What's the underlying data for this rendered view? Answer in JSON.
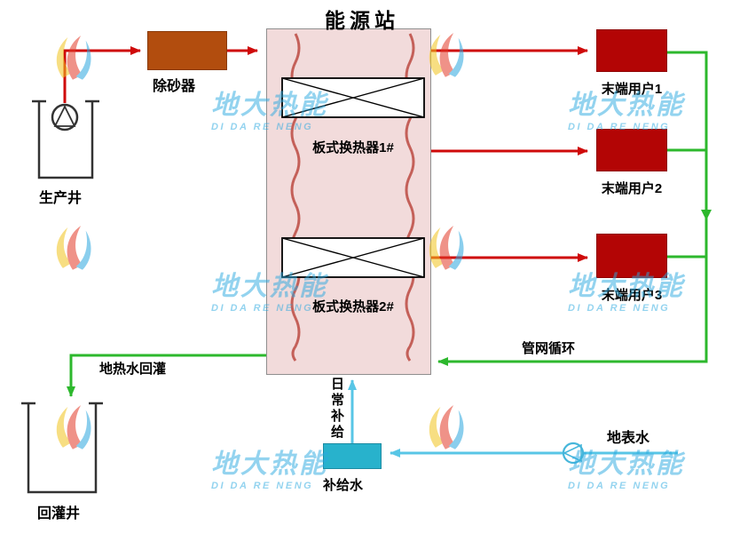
{
  "title": "能源站",
  "station": {
    "heat_exchanger_1": "板式换热器1#",
    "heat_exchanger_2": "板式换热器2#"
  },
  "supply_side": {
    "sand_remover": "除砂器",
    "production_well": "生产井"
  },
  "users": [
    {
      "label": "末端用户1"
    },
    {
      "label": "末端用户2"
    },
    {
      "label": "末端用户3"
    }
  ],
  "return_side": {
    "network_loop": "管网循环",
    "reinjection": "地热水回灌",
    "reinjection_well": "回灌井"
  },
  "makeup": {
    "daily_supply": "日常补给",
    "makeup_water": "补给水",
    "surface_water": "地表水"
  },
  "watermark": {
    "cn": "地大热能",
    "en": "DI DA RE NENG"
  },
  "colors": {
    "supply_red": "#cf0a0a",
    "return_green": "#2db82d",
    "makeup_cyan": "#58c6e6",
    "station_fill": "#f2dbdb",
    "user_fill": "#b30505",
    "sand_fill": "#b24d0e",
    "makeup_fill": "#28b2cc",
    "watermark_blue": "#2aa9e0"
  }
}
